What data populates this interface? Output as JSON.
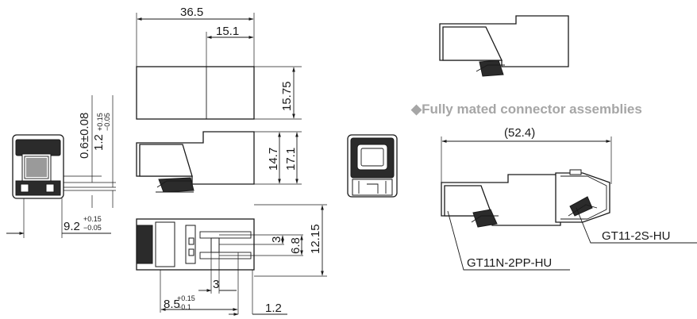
{
  "dimensions": {
    "overall_length": "36.5",
    "top_partial": "15.1",
    "top_height": "15.75",
    "side_height_a": "14.7",
    "side_height_b": "17.1",
    "gap_main": "0.6",
    "gap_tol": "±0.08",
    "thick_main": "1.2",
    "thick_tol_plus": "+0.15",
    "thick_tol_minus": "−0.05",
    "width_main": "9.2",
    "width_tol_plus": "+0.15",
    "width_tol_minus": "−0.05",
    "pitch_main": "8.5",
    "pitch_tol_plus": "+0.15",
    "pitch_tol_minus": "−0.1",
    "small_a": "3",
    "small_b": "3",
    "pin_width": "1.2",
    "span_a": "6.8",
    "span_b": "12.15",
    "mated_length": "(52.4)"
  },
  "caption": "◆Fully mated connector assemblies",
  "parts": {
    "receptacle": "GT11-2S-HU",
    "plug": "GT11N-2PP-HU"
  }
}
